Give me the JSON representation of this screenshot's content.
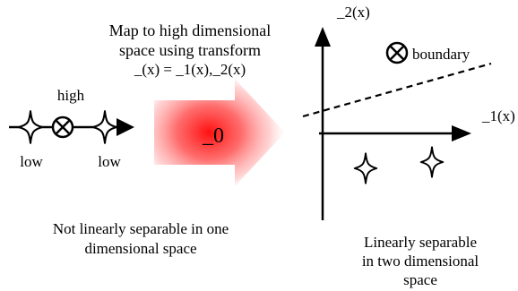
{
  "transform_caption": {
    "line1": "Map to high dimensional",
    "line2": "space using transform",
    "line3": "_(x) = _1(x),_2(x)"
  },
  "left_panel": {
    "label_high": "high",
    "label_low_left": "low",
    "label_low_right": "low",
    "caption_line1": "Not linearly separable in one",
    "caption_line2": "dimensional space"
  },
  "mapping_arrow": {
    "label": "_0",
    "glow_color": "#ff0000"
  },
  "right_panel": {
    "y_axis_label": "_2(x)",
    "x_axis_label": "_1(x)",
    "boundary_label": "boundary",
    "caption_line1": "Linearly separable",
    "caption_line2": "in two dimensional",
    "caption_line3": "space"
  },
  "icons": {
    "high_class": "circled-x-icon",
    "low_class": "four-point-star-icon"
  }
}
